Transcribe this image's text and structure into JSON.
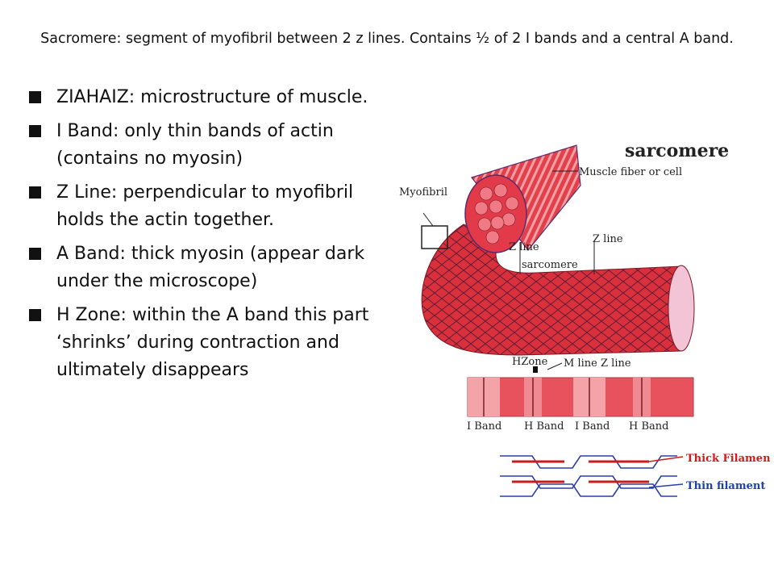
{
  "title": "Sacromere:  segment of myofibril between 2 z lines.  Contains ½ of 2 I bands and a central A band.",
  "bullets": [
    "ZIAHAIZ:  microstructure of muscle.",
    "I Band:  only thin bands of actin (contains no myosin)",
    "Z Line: perpendicular to myofibril holds the actin together.",
    "A Band:  thick myosin (appear dark under the microscope)",
    "H Zone:  within the A band this part ‘shrinks’ during contraction  and ultimately disappears"
  ],
  "figure": {
    "heading": "sarcomere",
    "labels": {
      "muscle_fiber": "Muscle fiber or cell",
      "myofibril": "Myofibril",
      "z_line_1": "Z line",
      "z_line_2": "Z line",
      "sarcomere": "sarcomere",
      "h_zone": "HZone",
      "m_line": "M line",
      "z_line_3": "Z line",
      "band_1": "I Band",
      "band_2": "H Band",
      "band_3": "I Band",
      "band_4": "H Band",
      "thick_filament": "Thick Filament",
      "thin_filament": "Thin filament"
    },
    "colors": {
      "muscle_red": "#d9303b",
      "band_pink": "#f2a1a6",
      "thick_filament_label": "#d11a1a",
      "thin_filament_label": "#1f3fb0"
    }
  }
}
